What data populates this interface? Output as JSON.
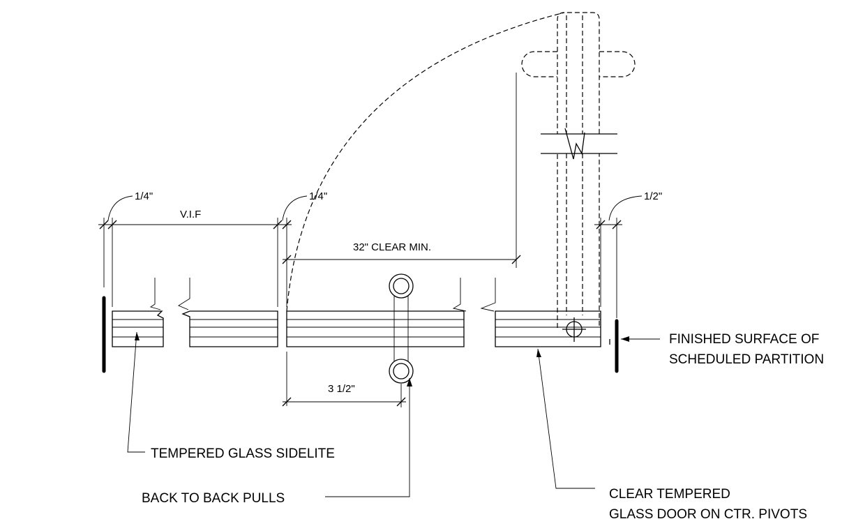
{
  "dimensions": {
    "sidelite_gap": "1/4\"",
    "sidelite_width": "V.I.F",
    "door_gap": "1/4\"",
    "clear_width": "32\" CLEAR MIN.",
    "partition_gap": "1/2\"",
    "pull_offset": "3 1/2\""
  },
  "labels": {
    "sidelite": "TEMPERED GLASS SIDELITE",
    "pulls": "BACK TO BACK PULLS",
    "door_line1": "CLEAR TEMPERED",
    "door_line2": "GLASS DOOR ON CTR. PIVOTS",
    "partition_line1": "FINISHED SURFACE OF",
    "partition_line2": "SCHEDULED PARTITION"
  }
}
